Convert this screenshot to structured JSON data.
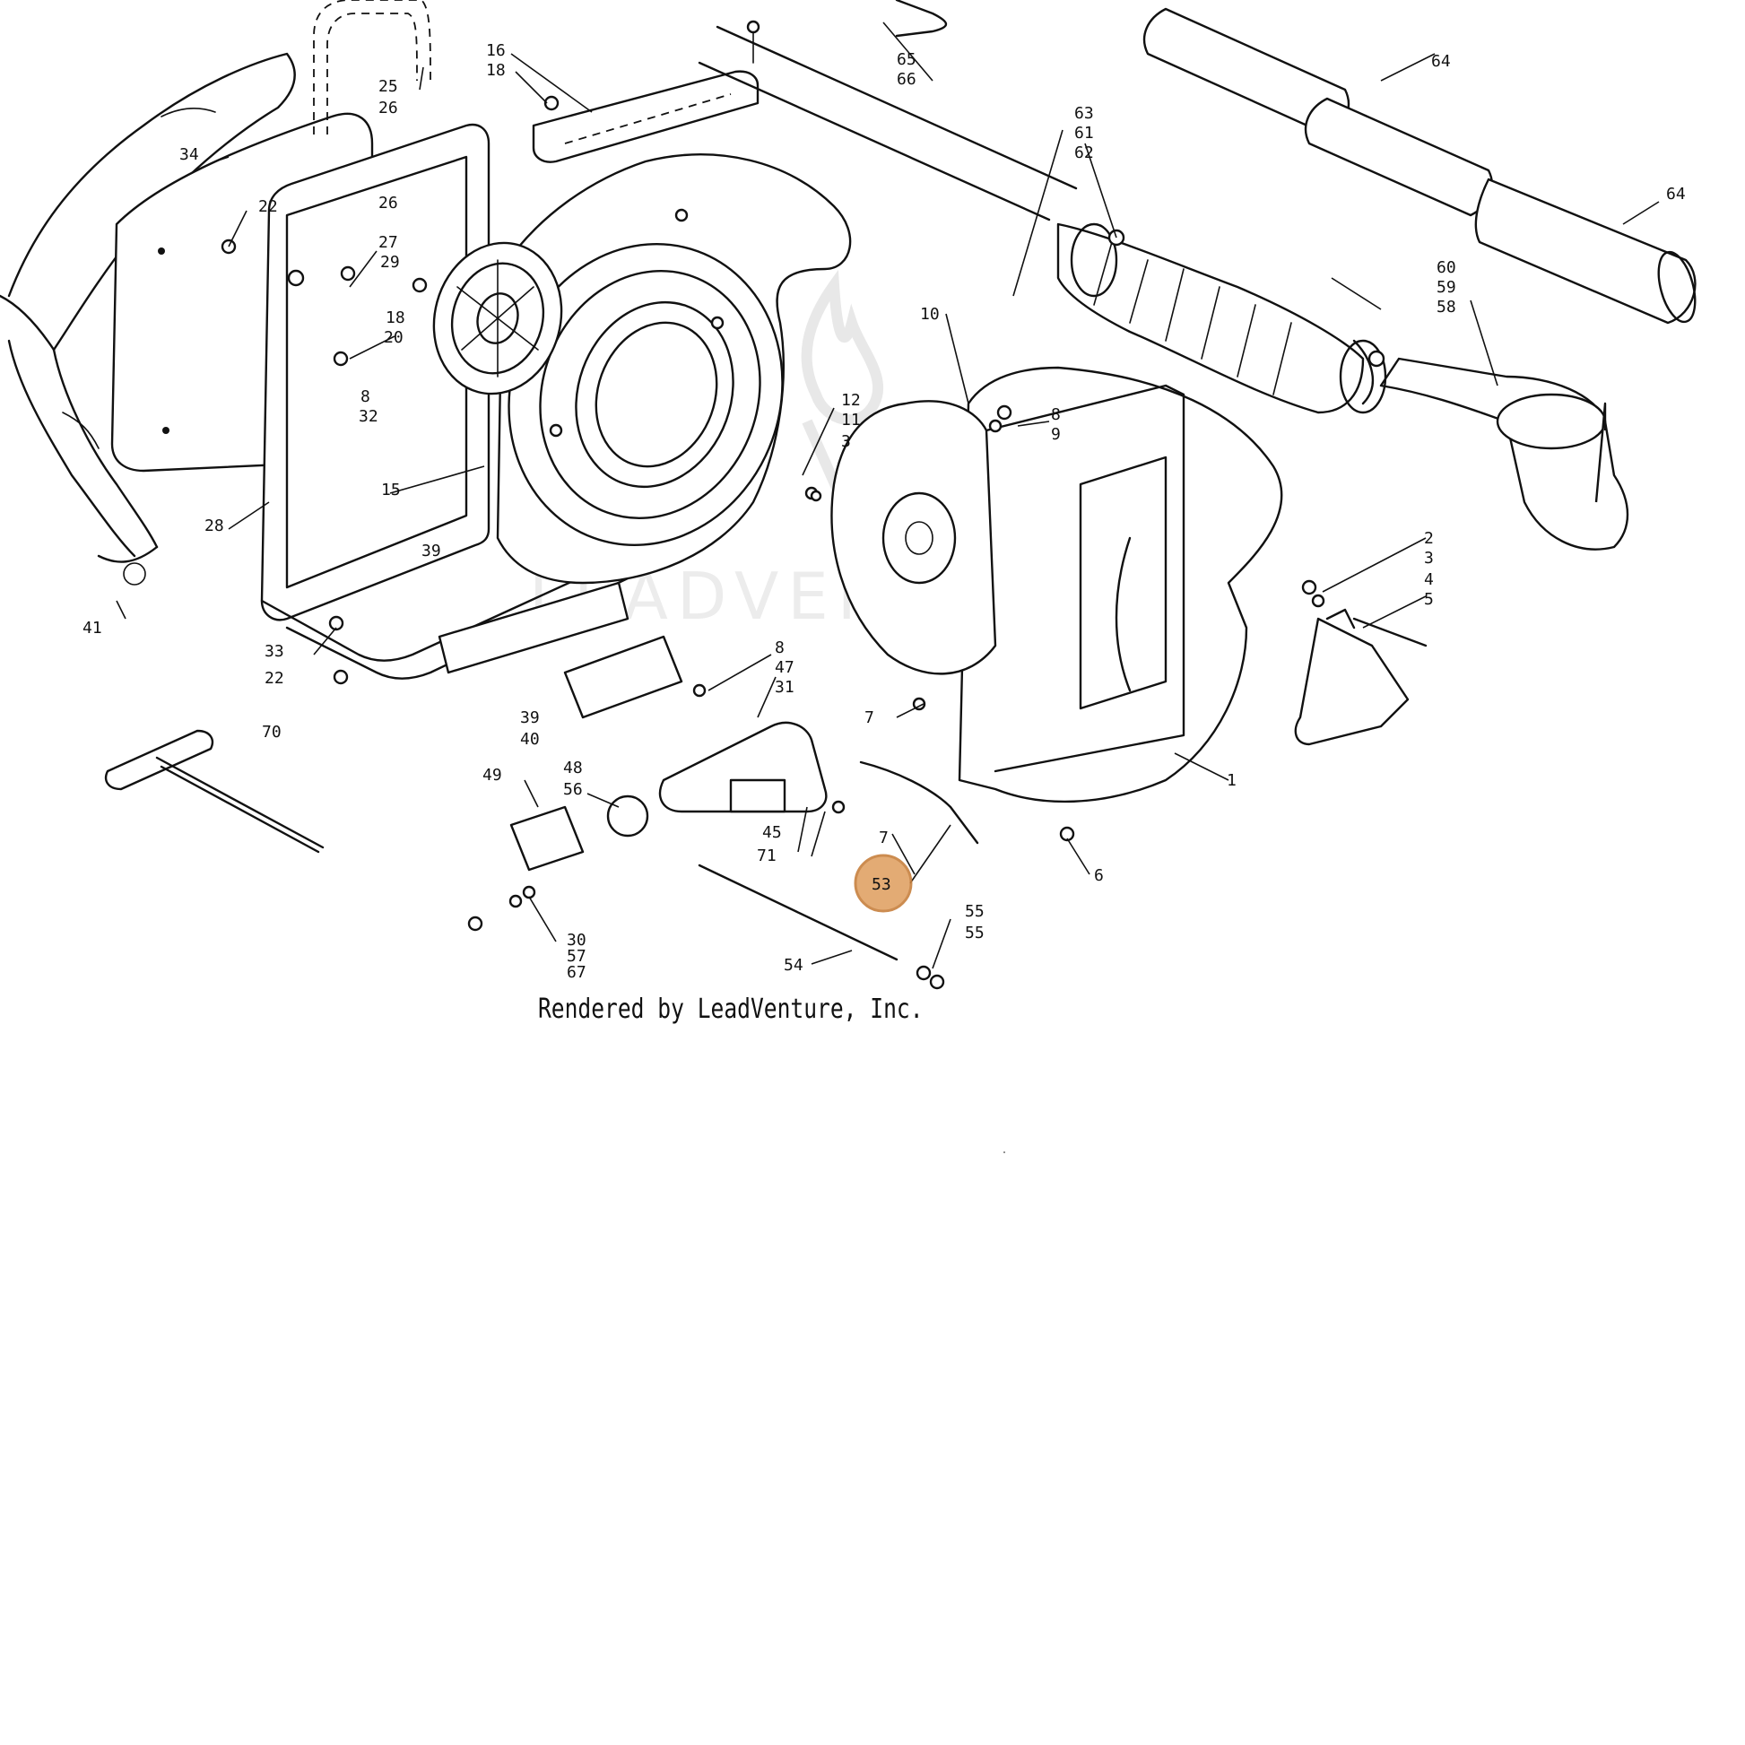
{
  "diagram": {
    "callouts": [
      {
        "id": "c1",
        "text": "16"
      },
      {
        "id": "c2",
        "text": "18"
      },
      {
        "id": "c3",
        "text": "25"
      },
      {
        "id": "c4",
        "text": "26"
      },
      {
        "id": "c5",
        "text": "34"
      },
      {
        "id": "c6",
        "text": "22"
      },
      {
        "id": "c7",
        "text": "26"
      },
      {
        "id": "c8",
        "text": "27"
      },
      {
        "id": "c9",
        "text": "29"
      },
      {
        "id": "c10",
        "text": "18"
      },
      {
        "id": "c11",
        "text": "20"
      },
      {
        "id": "c12",
        "text": "8"
      },
      {
        "id": "c13",
        "text": "32"
      },
      {
        "id": "c14",
        "text": "15"
      },
      {
        "id": "c15",
        "text": "28"
      },
      {
        "id": "c16",
        "text": "39"
      },
      {
        "id": "c17",
        "text": "33"
      },
      {
        "id": "c18",
        "text": "22"
      },
      {
        "id": "c19",
        "text": "41"
      },
      {
        "id": "c20",
        "text": "39"
      },
      {
        "id": "c21",
        "text": "40"
      },
      {
        "id": "c22",
        "text": "70"
      },
      {
        "id": "c23",
        "text": "65"
      },
      {
        "id": "c24",
        "text": "66"
      },
      {
        "id": "c25",
        "text": "64"
      },
      {
        "id": "c26",
        "text": "64"
      },
      {
        "id": "c27",
        "text": "63"
      },
      {
        "id": "c28",
        "text": "61"
      },
      {
        "id": "c29",
        "text": "62"
      },
      {
        "id": "c30",
        "text": "60"
      },
      {
        "id": "c31",
        "text": "59"
      },
      {
        "id": "c32",
        "text": "58"
      },
      {
        "id": "c33",
        "text": "10"
      },
      {
        "id": "c34",
        "text": "12"
      },
      {
        "id": "c35",
        "text": "11"
      },
      {
        "id": "c36",
        "text": "3"
      },
      {
        "id": "c37",
        "text": "8"
      },
      {
        "id": "c38",
        "text": "9"
      },
      {
        "id": "c39",
        "text": "2"
      },
      {
        "id": "c40",
        "text": "3"
      },
      {
        "id": "c41",
        "text": "4"
      },
      {
        "id": "c42",
        "text": "5"
      },
      {
        "id": "c43",
        "text": "8"
      },
      {
        "id": "c44",
        "text": "47"
      },
      {
        "id": "c45",
        "text": "31"
      },
      {
        "id": "c46",
        "text": "7"
      },
      {
        "id": "c47",
        "text": "48"
      },
      {
        "id": "c48",
        "text": "56"
      },
      {
        "id": "c49",
        "text": "49"
      },
      {
        "id": "c50",
        "text": "45"
      },
      {
        "id": "c51",
        "text": "71"
      },
      {
        "id": "c52",
        "text": "7"
      },
      {
        "id": "c53",
        "text": "53"
      },
      {
        "id": "c54",
        "text": "6"
      },
      {
        "id": "c55",
        "text": "1"
      },
      {
        "id": "c56",
        "text": "55"
      },
      {
        "id": "c57",
        "text": "55"
      },
      {
        "id": "c58",
        "text": "54"
      },
      {
        "id": "c59",
        "text": "30"
      },
      {
        "id": "c60",
        "text": "57"
      },
      {
        "id": "c61",
        "text": "67"
      }
    ],
    "highlighted_callout": "53",
    "highlight_color": "#e0a266",
    "watermark_text": "LEADVENTURE"
  },
  "footer": {
    "caption": "Rendered by LeadVenture, Inc."
  }
}
